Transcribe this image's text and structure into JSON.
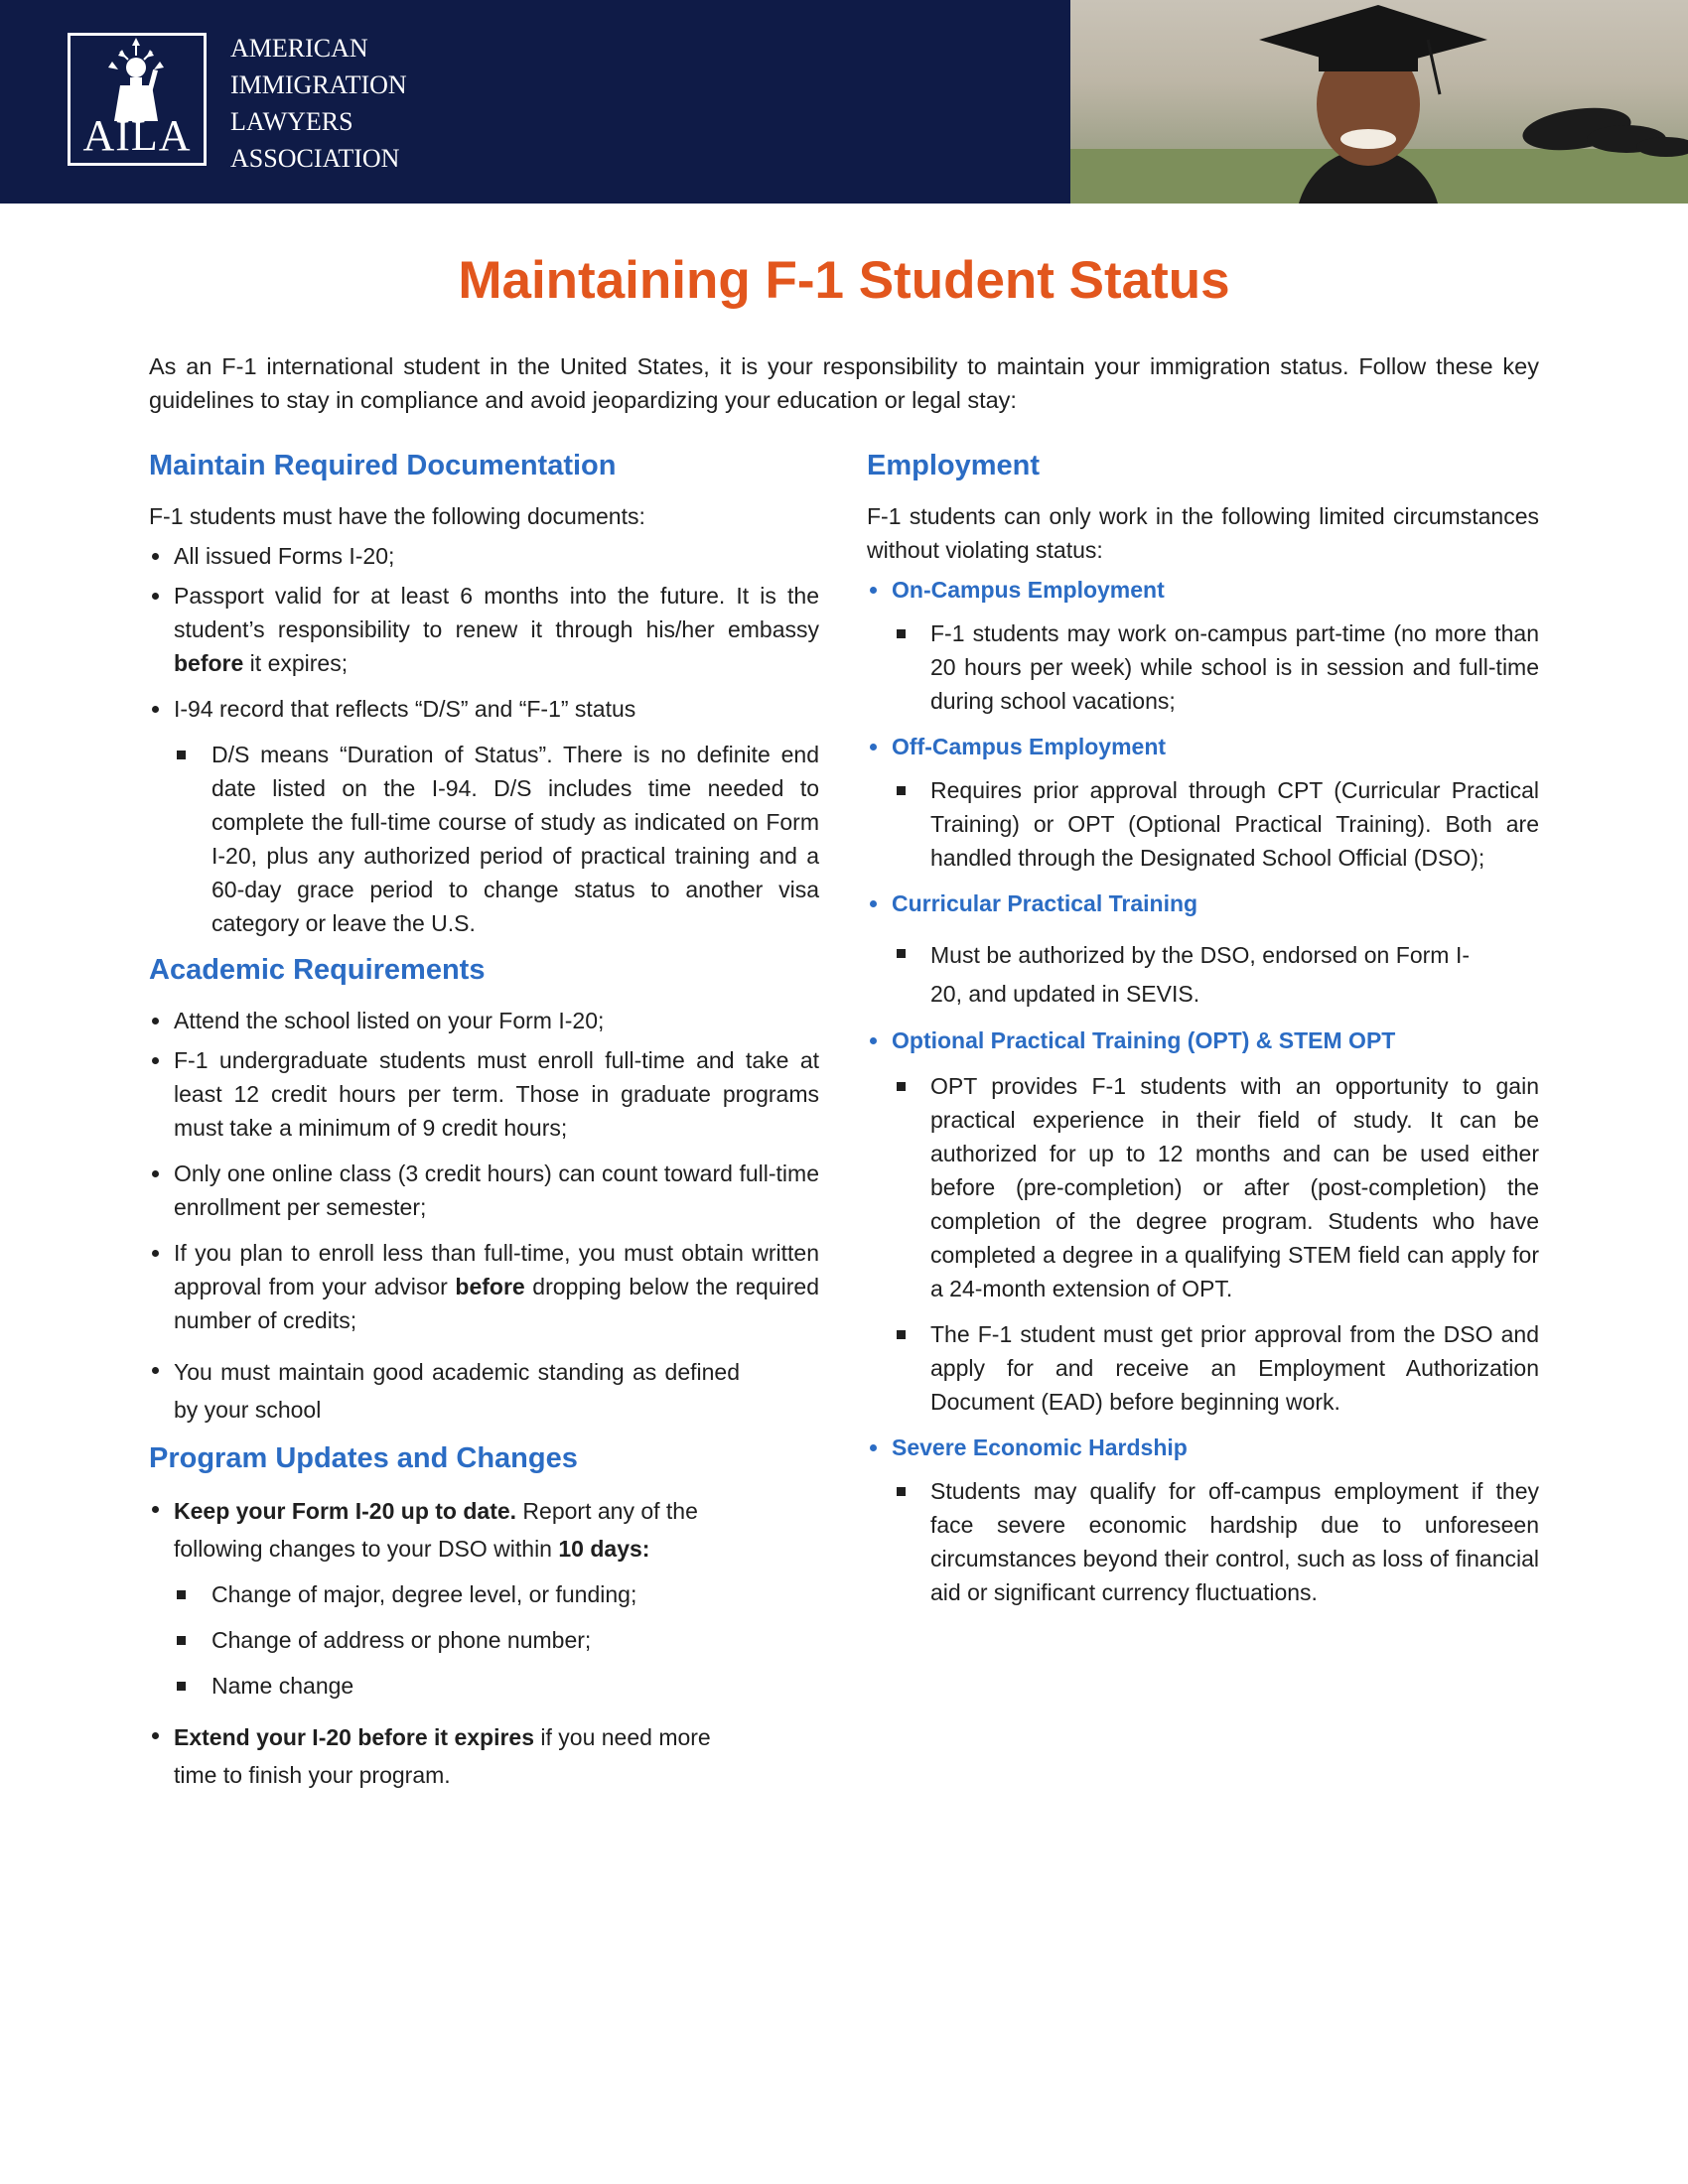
{
  "header": {
    "logo_abbr": "AILA",
    "org_name_lines": [
      "AMERICAN",
      "IMMIGRATION",
      "LAWYERS",
      "ASSOCIATION"
    ],
    "logo_icon": "statue-of-liberty-icon",
    "photo": "graduate-photo"
  },
  "title": "Maintaining F-1 Student Status",
  "intro": "As an F-1 international student in the United States, it is your responsibility to maintain your immigration status. Follow these key guidelines to stay in compliance and avoid jeopardizing your education or legal stay:",
  "documentation": {
    "heading": "Maintain Required Documentation",
    "lead": "F-1  students must have the following documents:",
    "item1": "All issued Forms I-20;",
    "item2_a": "Passport valid for at least 6 months into the future. It is the student’s responsibility to renew it through his/her embassy ",
    "item2_b": "before",
    "item2_c": " it expires;",
    "item3": "I-94 record that reflects “D/S” and “F-1” status",
    "item3_sub": "D/S  means  “Duration  of  Status”.     There  is no definite end date listed on the I-94.  D/S includes time needed to complete the full-time course of study as indicated on Form I-20, plus any authorized period of practical training and a 60-day grace period to change status to another visa category or leave the U.S."
  },
  "academic": {
    "heading": "Academic Requirements",
    "item1": "Attend the school listed on your Form I-20;",
    "item2": "F-1 undergraduate students must enroll full-time and take at least 12 credit hours per term. Those  in graduate programs must take a minimum of 9 credit hours;",
    "item3": "Only one online class (3 credit hours) can count toward full-time enrollment per semester;",
    "item4_a": "If you plan to enroll less than full-time, you must obtain written approval from your advisor ",
    "item4_b": "before",
    "item4_c": " dropping below the required number of credits;",
    "item5": "You must maintain good academic standing as defined by your school"
  },
  "program": {
    "heading": "Program Updates and Changes",
    "item1_a": "Keep your Form I-20 up to date.",
    "item1_b": " Report any of the following changes to your DSO within ",
    "item1_c": "10 days:",
    "sub1": "Change of major, degree level, or funding;",
    "sub2": "Change of address or phone number;",
    "sub3": "Name change",
    "item2_a": "Extend your I-20 before it expires",
    "item2_b": " if you need more time to finish your program."
  },
  "employment": {
    "heading": "Employment",
    "lead": "F-1 students can only work in the following limited circumstances without violating status:",
    "on_campus": {
      "label": "On-Campus Employment",
      "text": "F-1 students may work on-campus part-time (no more than 20 hours per week) while school is in session and full-time during school vacations;"
    },
    "off_campus": {
      "label": "Off-Campus Employment",
      "text": "Requires prior approval through CPT (Curricular Practical Training) or OPT (Optional Practical Training). Both are handled through the Designated School Official (DSO);"
    },
    "cpt": {
      "label": "Curricular Practical Training",
      "text": "Must be authorized by the DSO, endorsed on Form I-20, and updated in SEVIS."
    },
    "opt": {
      "label": "Optional Practical Training (OPT) & STEM OPT",
      "text1": "OPT provides F-1 students with an opportunity to gain practical experience in their field of study. It can be authorized for up to 12 months and can be used either before (pre-completion) or after (post-completion) the completion of the degree program. Students who have completed a degree in a qualifying STEM field can apply for a 24-month extension of OPT.",
      "text2": "The F-1 student must get prior approval from the DSO and apply for and receive an Employment Authorization Document (EAD) before beginning work."
    },
    "hardship": {
      "label": "Severe Economic Hardship",
      "text": "Students may qualify for off-campus employment if they face severe economic hardship due to unforeseen circumstances beyond their control, such as loss of financial aid or significant currency fluctuations."
    }
  },
  "colors": {
    "header_bg": "#0f1b47",
    "title": "#e2561d",
    "heading": "#2b6cc4"
  }
}
